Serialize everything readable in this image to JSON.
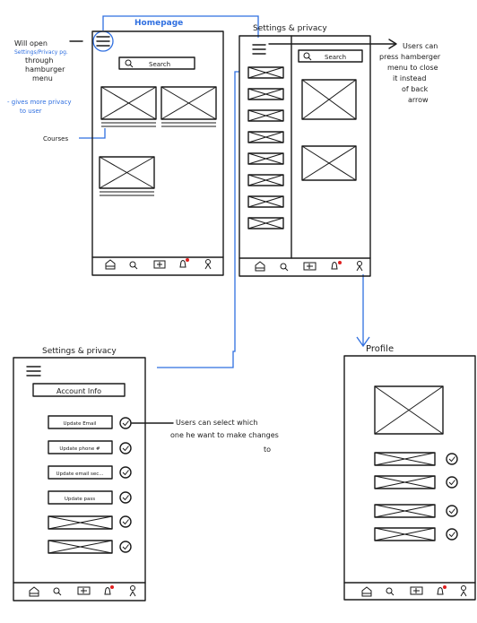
{
  "labels": {
    "homepage": "Homepage",
    "settings_privacy_top": "Settings & privacy",
    "settings_privacy_bottom": "Settings & privacy",
    "profile": "Profile"
  },
  "search": {
    "homepage": "Search",
    "settings": "Search"
  },
  "annotations": {
    "will_open": "Will open",
    "settings_privacy_pg": "Settings/Privacy pg.",
    "through": "through",
    "hamburger": "hamburger",
    "menu": "menu",
    "gives_privacy_1": "- gives more privacy",
    "gives_privacy_2": "to user",
    "courses": "Courses",
    "users_can_press_1": "Users can",
    "users_can_press_2": "press hamberger",
    "users_can_press_3": "menu to close",
    "users_can_press_4": "it instead",
    "users_can_press_5": "of back",
    "users_can_press_6": "arrow",
    "users_can_select_1": "Users can select which",
    "users_can_select_2": "one he want to make changes",
    "users_can_select_3": "to"
  },
  "settings_screen": {
    "account_info": "Account Info",
    "options": [
      "Update Email",
      "Update phone #",
      "Update email sec...",
      "Update pass"
    ]
  },
  "colors": {
    "annotation_blue": "#2f6fe0",
    "notification_red": "#e02020",
    "ink": "#1a1a1a"
  },
  "icons": [
    "hamburger-icon",
    "search-icon",
    "home-icon",
    "add-icon",
    "bell-icon",
    "profile-icon",
    "check-icon"
  ]
}
